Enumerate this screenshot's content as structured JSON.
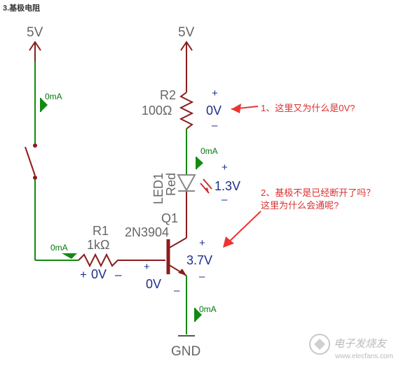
{
  "title": "3.基极电阻",
  "schematic": {
    "supply_left": "5V",
    "supply_right": "5V",
    "ground": "GND",
    "r2": {
      "ref": "R2",
      "value": "100Ω",
      "plus": "+",
      "voltage": "0V",
      "minus": "–"
    },
    "led": {
      "ref": "LED1",
      "color": "Red",
      "plus": "+",
      "voltage": "1.3V",
      "minus": "–"
    },
    "q1": {
      "ref": "Q1",
      "part": "2N3904",
      "plus": "+",
      "voltage": "3.7V",
      "minus": "–"
    },
    "r1": {
      "ref": "R1",
      "value": "1kΩ",
      "voltage_plus": "+",
      "voltage": "0V",
      "voltage_minus": "–"
    },
    "base": {
      "plus": "+",
      "voltage": "0V",
      "minus": "–"
    },
    "currents": {
      "left_top": "0mA",
      "right_mid": "0mA",
      "base_input": "0mA",
      "emitter": "0mA"
    }
  },
  "annotations": {
    "note1": "1、这里又为什么是0V?",
    "note2_line1": "2、基极不是已经断开了吗？",
    "note2_line2": "这里为什么会通呢?"
  },
  "watermark": {
    "brand": "电子发烧友",
    "url": "www.elecfans.com"
  },
  "colors": {
    "wire_red": "#8b1c1c",
    "wire_green": "#128a12",
    "label_blue": "#1e2e8c",
    "annotation_red": "#d93030"
  }
}
